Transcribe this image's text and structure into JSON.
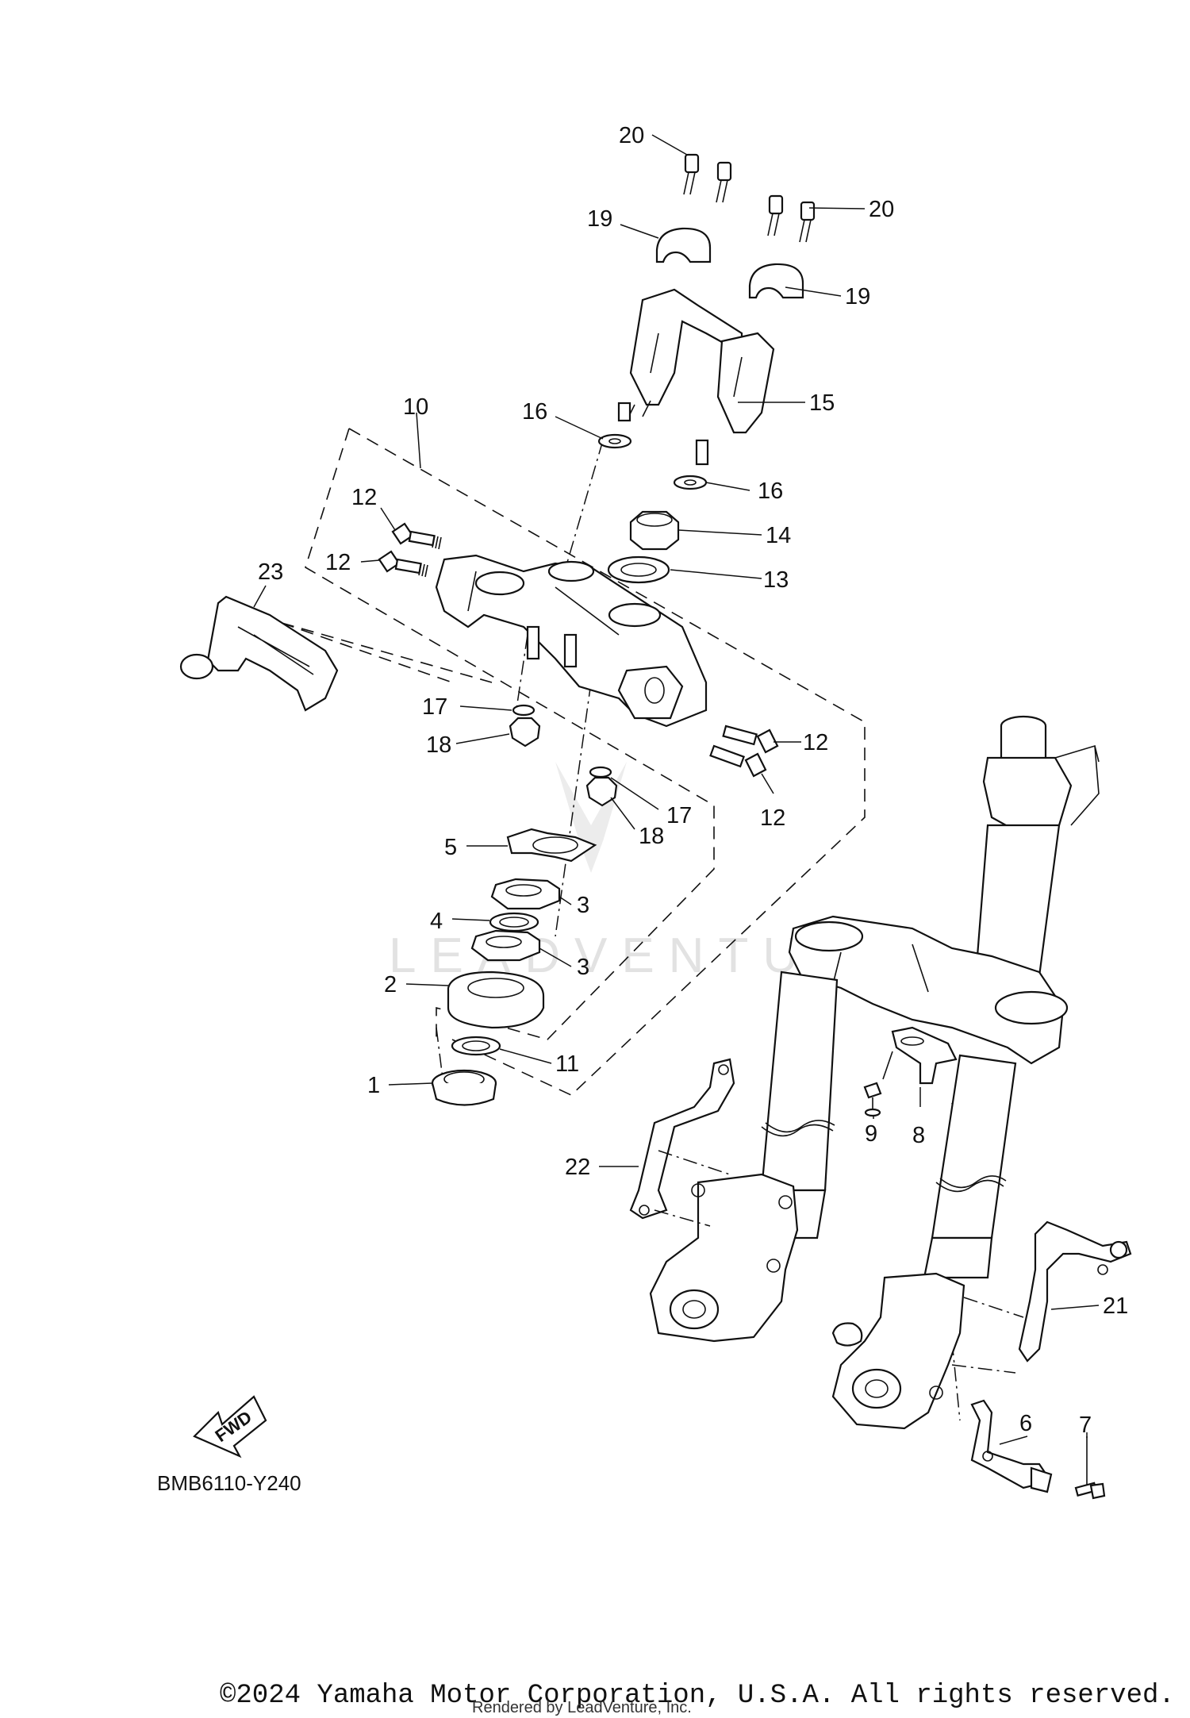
{
  "diagram": {
    "code": "BMB6110-Y240",
    "fwd_label": "FWD",
    "watermark": "LEADVENTURE",
    "copyright": "©2024 Yamaha Motor Corporation, U.S.A. All rights reserved.",
    "credit": "Rendered by LeadVenture, Inc."
  },
  "callouts": [
    {
      "n": "20"
    },
    {
      "n": "20"
    },
    {
      "n": "19"
    },
    {
      "n": "19"
    },
    {
      "n": "15"
    },
    {
      "n": "16"
    },
    {
      "n": "16"
    },
    {
      "n": "10"
    },
    {
      "n": "14"
    },
    {
      "n": "13"
    },
    {
      "n": "12"
    },
    {
      "n": "12"
    },
    {
      "n": "12"
    },
    {
      "n": "12"
    },
    {
      "n": "23"
    },
    {
      "n": "17"
    },
    {
      "n": "18"
    },
    {
      "n": "17"
    },
    {
      "n": "18"
    },
    {
      "n": "5"
    },
    {
      "n": "3"
    },
    {
      "n": "4"
    },
    {
      "n": "3"
    },
    {
      "n": "2"
    },
    {
      "n": "11"
    },
    {
      "n": "1"
    },
    {
      "n": "22"
    },
    {
      "n": "9"
    },
    {
      "n": "8"
    },
    {
      "n": "21"
    },
    {
      "n": "6"
    },
    {
      "n": "7"
    }
  ]
}
